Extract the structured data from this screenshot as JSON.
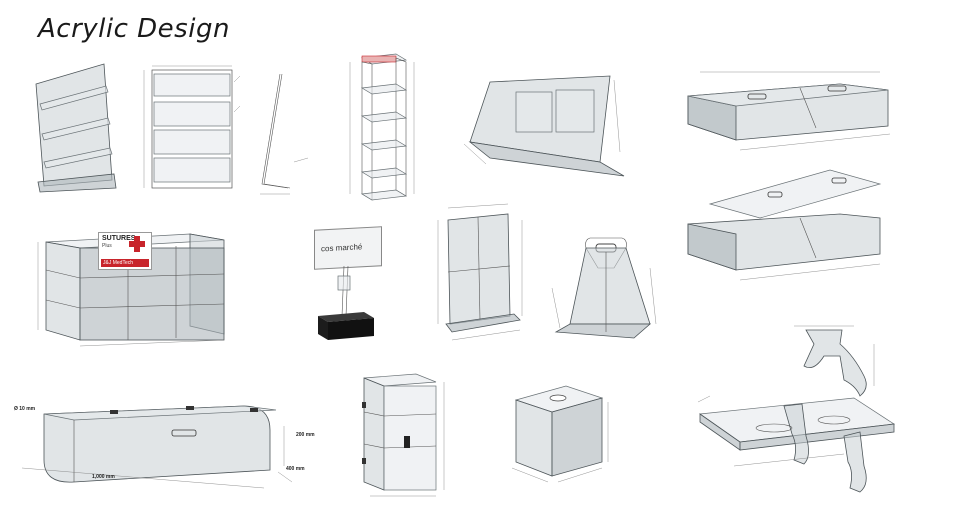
{
  "title": "Acrylic Design",
  "labels": {
    "sign_brand_1": "SUTURES",
    "sign_brand_2": "Plus",
    "sign_brand_3": "J&J MedTech",
    "tent_card": "cos marché",
    "dim_height_200": "200 mm",
    "dim_depth_400": "400 mm",
    "dim_width_1000": "1,000 mm",
    "dim_small_10": "Ø 10 mm"
  },
  "colors": {
    "acrylic_light": "#c9cfd3",
    "acrylic_mid": "#aeb6bb",
    "stroke": "#4d5559",
    "sign_red": "#c8242b",
    "base_black": "#1c1c1c"
  }
}
